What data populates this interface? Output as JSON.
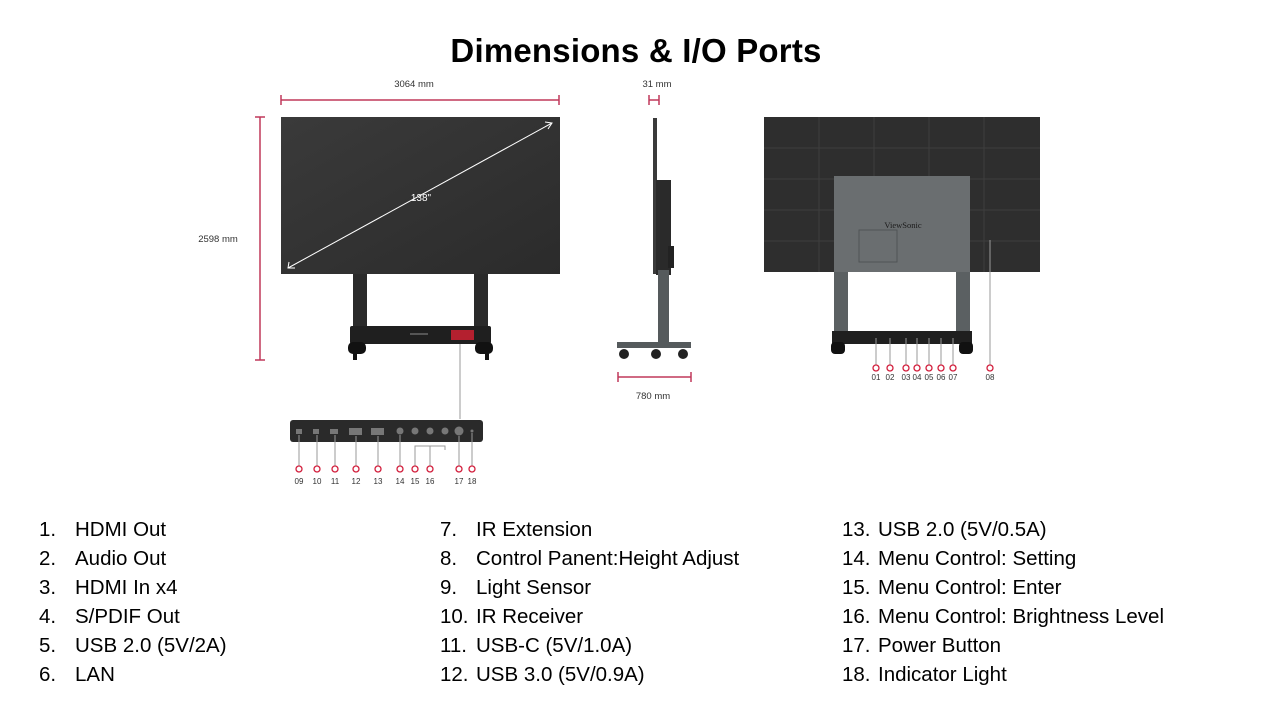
{
  "title": "Dimensions & I/O Ports",
  "dimensions": {
    "width": "3064 mm",
    "height": "2598 mm",
    "depth": "31 mm",
    "base_depth": "780 mm",
    "diagonal": "138\""
  },
  "brand": "ViewSonic",
  "rear_markers": [
    "01",
    "02",
    "03",
    "04",
    "05",
    "06",
    "07",
    "08"
  ],
  "panel_markers": [
    "09",
    "10",
    "11",
    "12",
    "13",
    "14",
    "15",
    "16",
    "17",
    "18"
  ],
  "ports": {
    "col1": [
      {
        "num": "1.",
        "label": "HDMI Out"
      },
      {
        "num": "2.",
        "label": "Audio Out"
      },
      {
        "num": "3.",
        "label": "HDMI In x4"
      },
      {
        "num": "4.",
        "label": "S/PDIF Out"
      },
      {
        "num": "5.",
        "label": "USB 2.0 (5V/2A)"
      },
      {
        "num": "6.",
        "label": "LAN"
      }
    ],
    "col2": [
      {
        "num": "7.",
        "label": "IR Extension"
      },
      {
        "num": "8.",
        "label": "Control Panent:Height Adjust"
      },
      {
        "num": "9.",
        "label": "Light Sensor"
      },
      {
        "num": "10.",
        "label": "IR Receiver"
      },
      {
        "num": "11.",
        "label": "USB-C (5V/1.0A)"
      },
      {
        "num": "12.",
        "label": "USB 3.0 (5V/0.9A)"
      }
    ],
    "col3": [
      {
        "num": "13.",
        "label": "USB 2.0 (5V/0.5A)"
      },
      {
        "num": "14.",
        "label": "Menu Control: Setting"
      },
      {
        "num": "15.",
        "label": "Menu Control: Enter"
      },
      {
        "num": "16.",
        "label": "Menu Control: Brightness Level"
      },
      {
        "num": "17.",
        "label": "Power Button"
      },
      {
        "num": "18.",
        "label": "Indicator Light"
      }
    ]
  },
  "colors": {
    "dimension_line": "#c0385a",
    "marker": "#d21e3c",
    "screen": "#333333",
    "stand": "#555a5c",
    "base": "#1f1f1f"
  }
}
